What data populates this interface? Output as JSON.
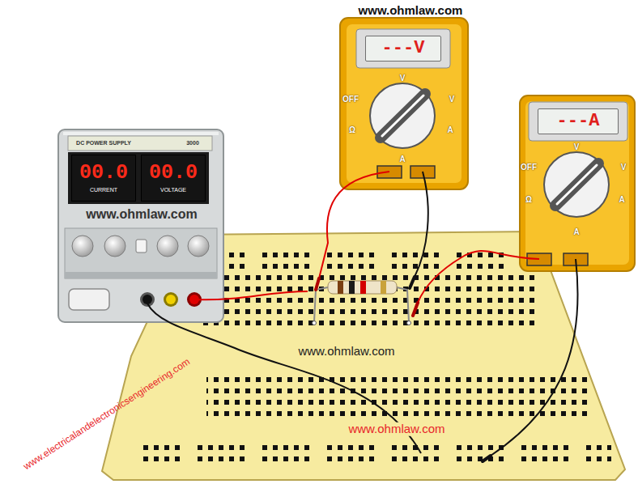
{
  "diagram": {
    "nodes": [
      {
        "text": [
          "---V"
        ]
      },
      {
        "text": [
          "---A"
        ]
      },
      {
        "text": [
          "00.0",
          "CURRENT"
        ]
      },
      {
        "text": [
          "00.0",
          "VOLTAGE"
        ]
      }
    ],
    "labels": [
      "www.ohmlaw.com",
      "V",
      "OFF",
      "V",
      "Ω",
      "A",
      "A",
      "V",
      "OFF",
      "V",
      "Ω",
      "A",
      "A",
      "DC POWER SUPPLY",
      "3000",
      "www.ohmlaw.com",
      "www.ohmlaw.com",
      "www.ohmlaw.com",
      "www.electricalandelectronicsengineering.com"
    ]
  }
}
